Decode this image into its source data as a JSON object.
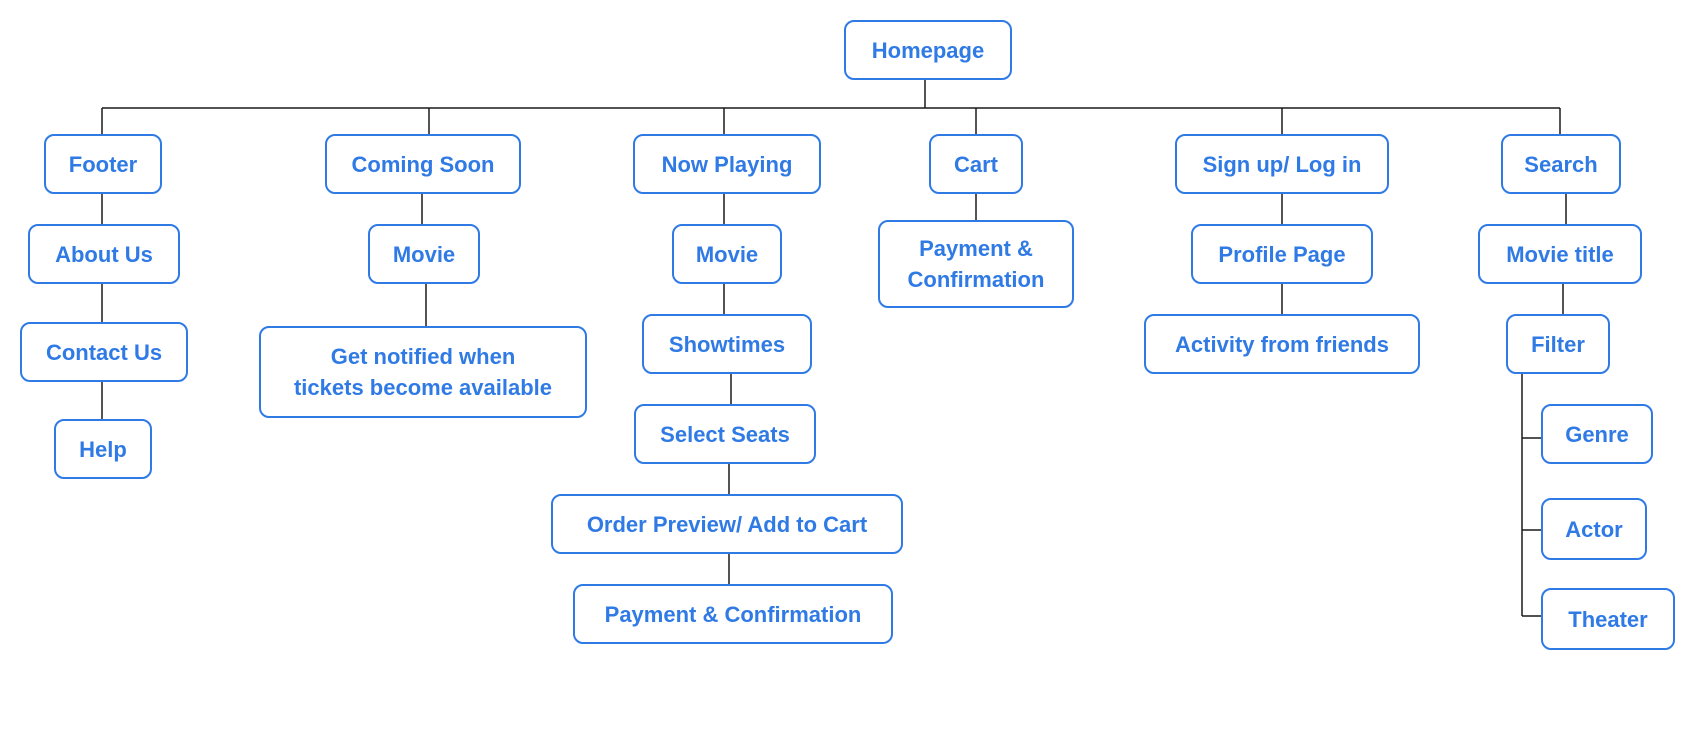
{
  "colors": {
    "node_border": "#2f7ae5",
    "node_text": "#2f7ae5",
    "connector": "#1a1a1a",
    "background": "#ffffff"
  },
  "root": {
    "label": "Homepage"
  },
  "footer": {
    "label": "Footer",
    "children": [
      "About Us",
      "Contact Us",
      "Help"
    ]
  },
  "coming_soon": {
    "label": "Coming Soon",
    "children": [
      "Movie",
      "Get notified when\ntickets become available"
    ]
  },
  "now_playing": {
    "label": "Now Playing",
    "children": [
      "Movie",
      "Showtimes",
      "Select Seats",
      "Order Preview/ Add to Cart",
      "Payment & Confirmation"
    ]
  },
  "cart": {
    "label": "Cart",
    "children": [
      "Payment &\nConfirmation"
    ]
  },
  "signup": {
    "label": "Sign up/ Log in",
    "children": [
      "Profile Page",
      "Activity from friends"
    ]
  },
  "search": {
    "label": "Search",
    "children": [
      "Movie title",
      "Filter"
    ],
    "filters": [
      "Genre",
      "Actor",
      "Theater"
    ]
  }
}
